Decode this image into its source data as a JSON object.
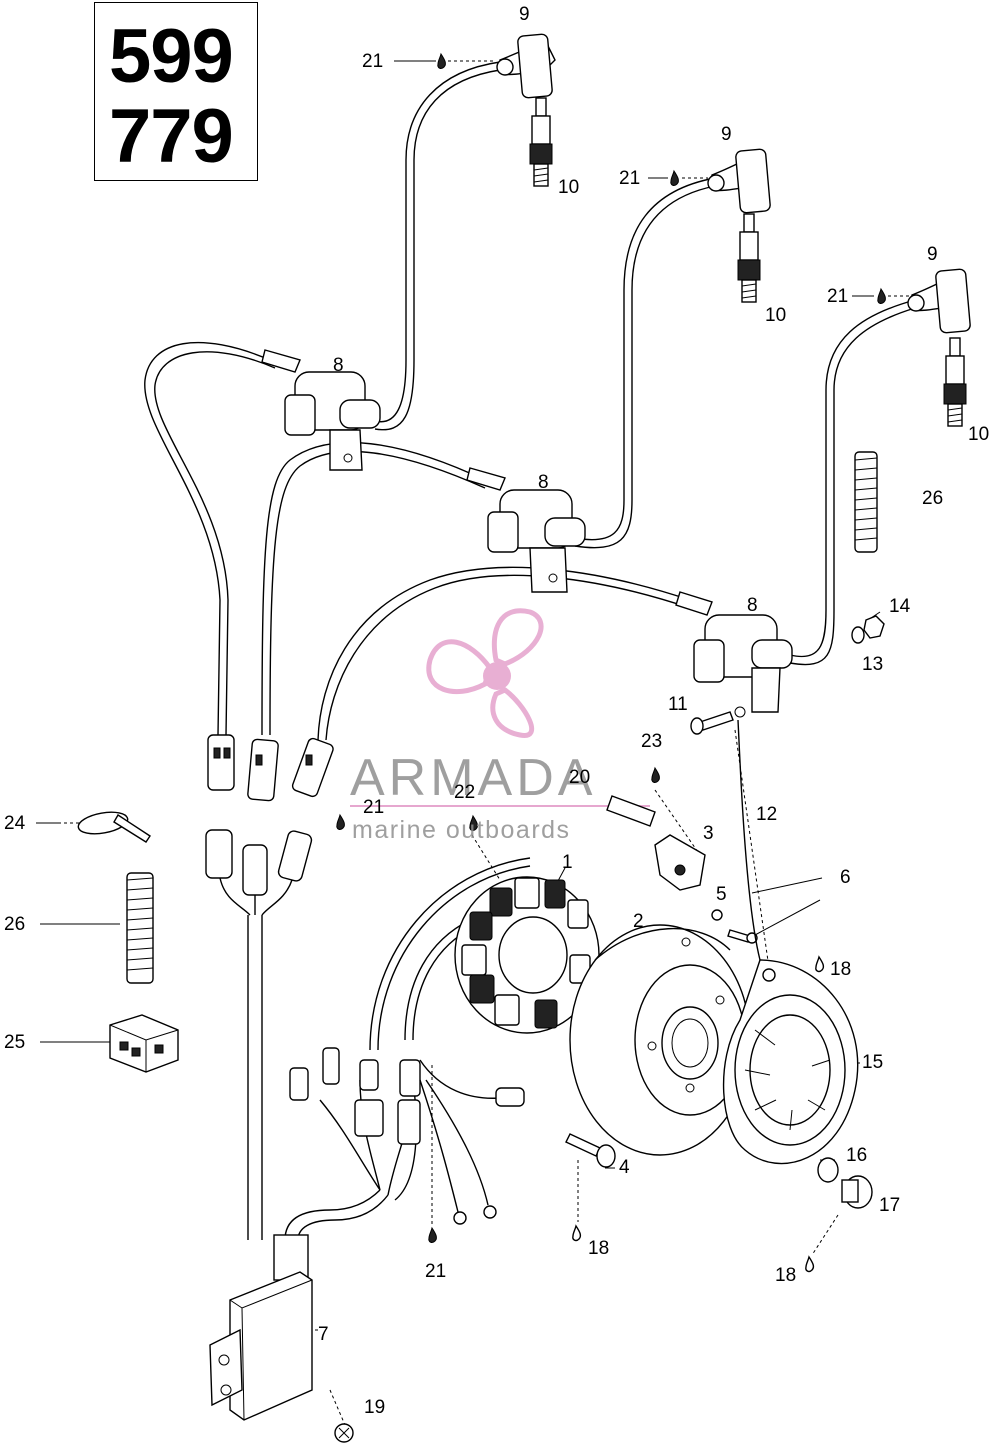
{
  "models": [
    "599",
    "779"
  ],
  "watermark": {
    "brand": "ARMADA",
    "tagline": "marine outboards",
    "accent_color": "#e6a7cf",
    "line_color": "#e6a7cf"
  },
  "callouts": [
    {
      "id": "c1",
      "text": "1"
    },
    {
      "id": "c2",
      "text": "2"
    },
    {
      "id": "c3",
      "text": "3"
    },
    {
      "id": "c4",
      "text": "4"
    },
    {
      "id": "c5",
      "text": "5"
    },
    {
      "id": "c6",
      "text": "6"
    },
    {
      "id": "c7",
      "text": "7"
    },
    {
      "id": "c8a",
      "text": "8"
    },
    {
      "id": "c8b",
      "text": "8"
    },
    {
      "id": "c8c",
      "text": "8"
    },
    {
      "id": "c9a",
      "text": "9"
    },
    {
      "id": "c9b",
      "text": "9"
    },
    {
      "id": "c9c",
      "text": "9"
    },
    {
      "id": "c10a",
      "text": "10"
    },
    {
      "id": "c10b",
      "text": "10"
    },
    {
      "id": "c10c",
      "text": "10"
    },
    {
      "id": "c11",
      "text": "11"
    },
    {
      "id": "c12",
      "text": "12"
    },
    {
      "id": "c13",
      "text": "13"
    },
    {
      "id": "c14",
      "text": "14"
    },
    {
      "id": "c15",
      "text": "15"
    },
    {
      "id": "c16",
      "text": "16"
    },
    {
      "id": "c17",
      "text": "17"
    },
    {
      "id": "c18a",
      "text": "18"
    },
    {
      "id": "c18b",
      "text": "18"
    },
    {
      "id": "c18c",
      "text": "18"
    },
    {
      "id": "c19",
      "text": "19"
    },
    {
      "id": "c20",
      "text": "20"
    },
    {
      "id": "c21a",
      "text": "21"
    },
    {
      "id": "c21b",
      "text": "21"
    },
    {
      "id": "c21c",
      "text": "21"
    },
    {
      "id": "c21d",
      "text": "21"
    },
    {
      "id": "c21e",
      "text": "21"
    },
    {
      "id": "c22",
      "text": "22"
    },
    {
      "id": "c23",
      "text": "23"
    },
    {
      "id": "c24",
      "text": "24"
    },
    {
      "id": "c25",
      "text": "25"
    },
    {
      "id": "c26a",
      "text": "26"
    },
    {
      "id": "c26b",
      "text": "26"
    }
  ]
}
